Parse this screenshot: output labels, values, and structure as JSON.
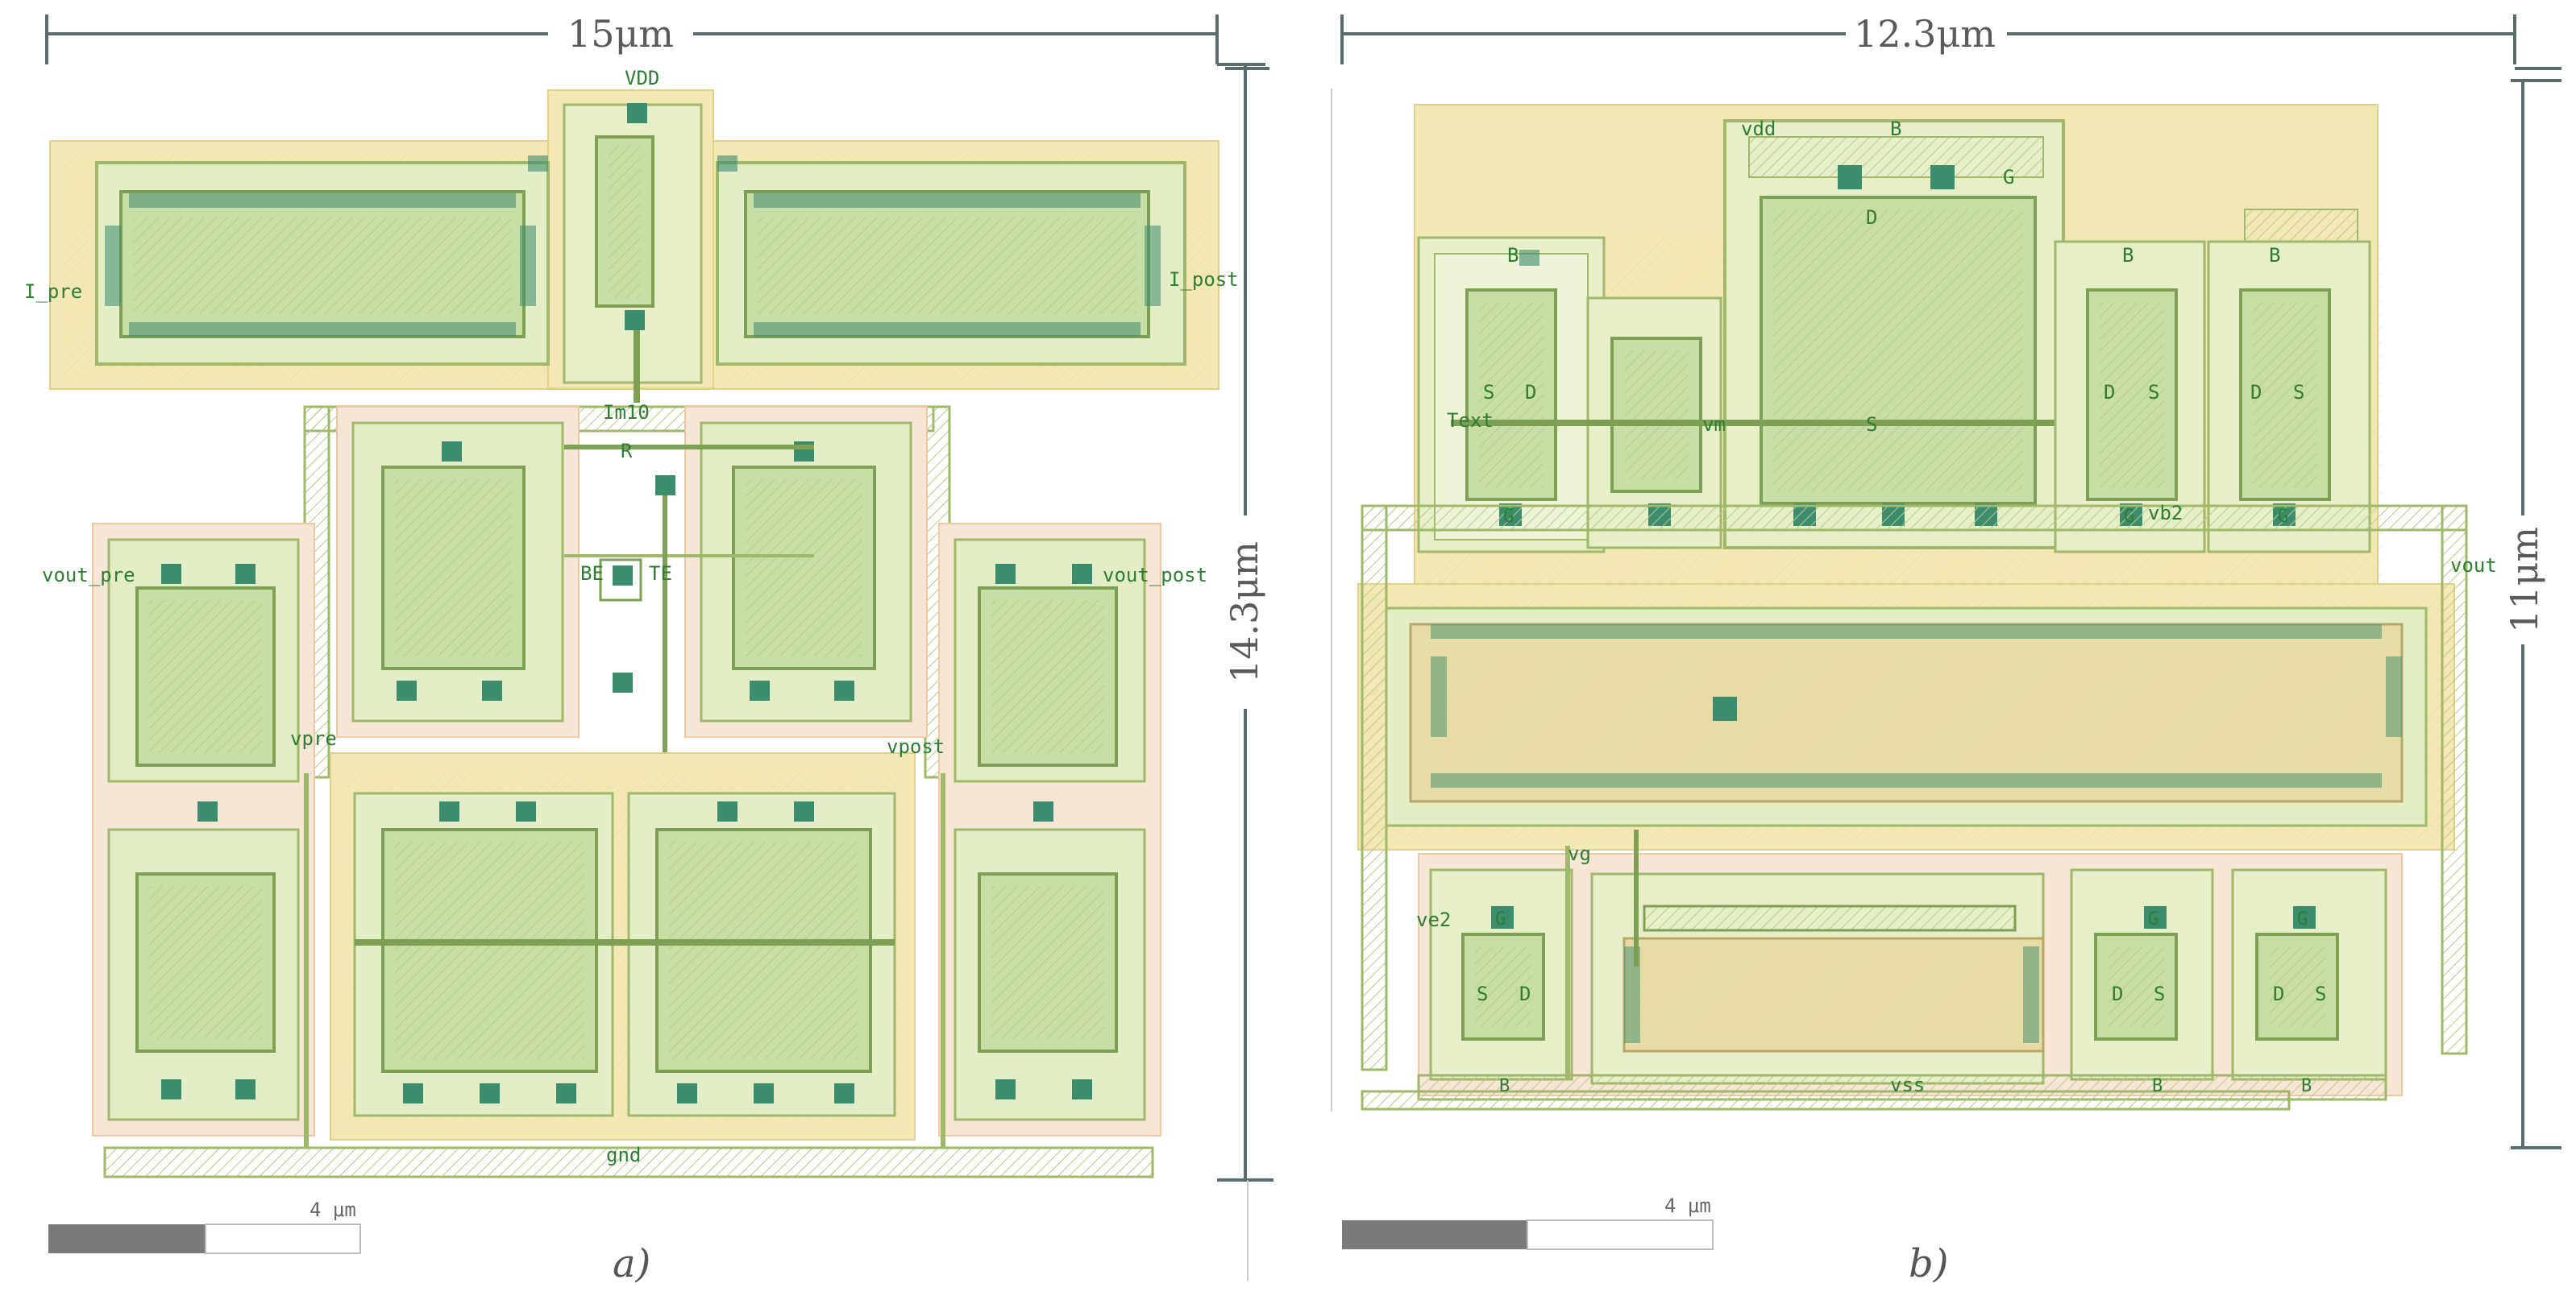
{
  "colors": {
    "metal": "#9fb86a",
    "well": "#f2e6b0",
    "diffusion": "#cfe3b0",
    "poly": "#6f9e45",
    "contact": "#3c8c6e",
    "label": "#2e7d32",
    "dimension": "#5a6b6b",
    "scale_dark": "#7a7a7a"
  },
  "panel_a": {
    "width_label": "15μm",
    "height_label": "14.3μm",
    "caption": "a)",
    "scale_bar_label": "4 μm",
    "labels": {
      "vdd": "VDD",
      "i_pre": "I_pre",
      "i_post": "I_post",
      "im10": "Im10",
      "r": "R",
      "be": "BE",
      "te": "TE",
      "vout_pre": "vout_pre",
      "vout_post": "vout_post",
      "vpre": "vpre",
      "vpost": "vpost",
      "gnd": "gnd"
    }
  },
  "panel_b": {
    "width_label": "12.3μm",
    "height_label": "11μm",
    "caption": "b)",
    "scale_bar_label": "4 μm",
    "labels": {
      "vdd": "vdd",
      "b": "B",
      "g": "G",
      "d": "D",
      "s": "S",
      "text": "Text",
      "vm": "vm",
      "vb2": "vb2",
      "vout": "vout",
      "vg": "vg",
      "ve2": "ve2",
      "vss": "vss"
    }
  }
}
